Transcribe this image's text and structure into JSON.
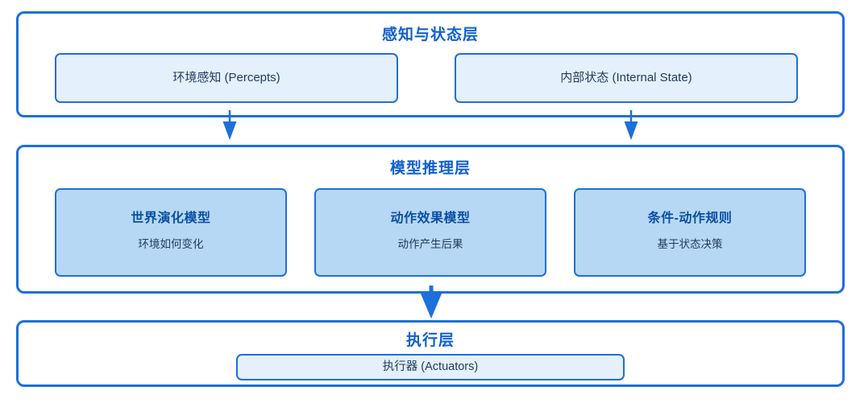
{
  "layers": [
    {
      "title": "感知与状态层",
      "nodes": [
        {
          "label": "环境感知 (Percepts)"
        },
        {
          "label": "内部状态 (Internal State)"
        }
      ]
    },
    {
      "title": "模型推理层",
      "nodes": [
        {
          "label": "世界演化模型",
          "sublabel": "环境如何变化"
        },
        {
          "label": "动作效果模型",
          "sublabel": "动作产生后果"
        },
        {
          "label": "条件-动作规则",
          "sublabel": "基于状态决策"
        }
      ]
    },
    {
      "title": "执行层",
      "nodes": [
        {
          "label": "执行器 (Actuators)"
        }
      ]
    }
  ],
  "icons": {
    "arrow_left": "down-arrow",
    "arrow_right": "down-arrow",
    "arrow_center": "down-arrow"
  },
  "colors": {
    "border": "#1d6fdb",
    "layer_title": "#1160cf",
    "node_fill_light": "#e4f0fb",
    "node_fill_medium": "#b7d8f4",
    "node_title": "#0a4fa6",
    "node_text": "#1f3a5f",
    "arrow": "#1d6fdb"
  }
}
